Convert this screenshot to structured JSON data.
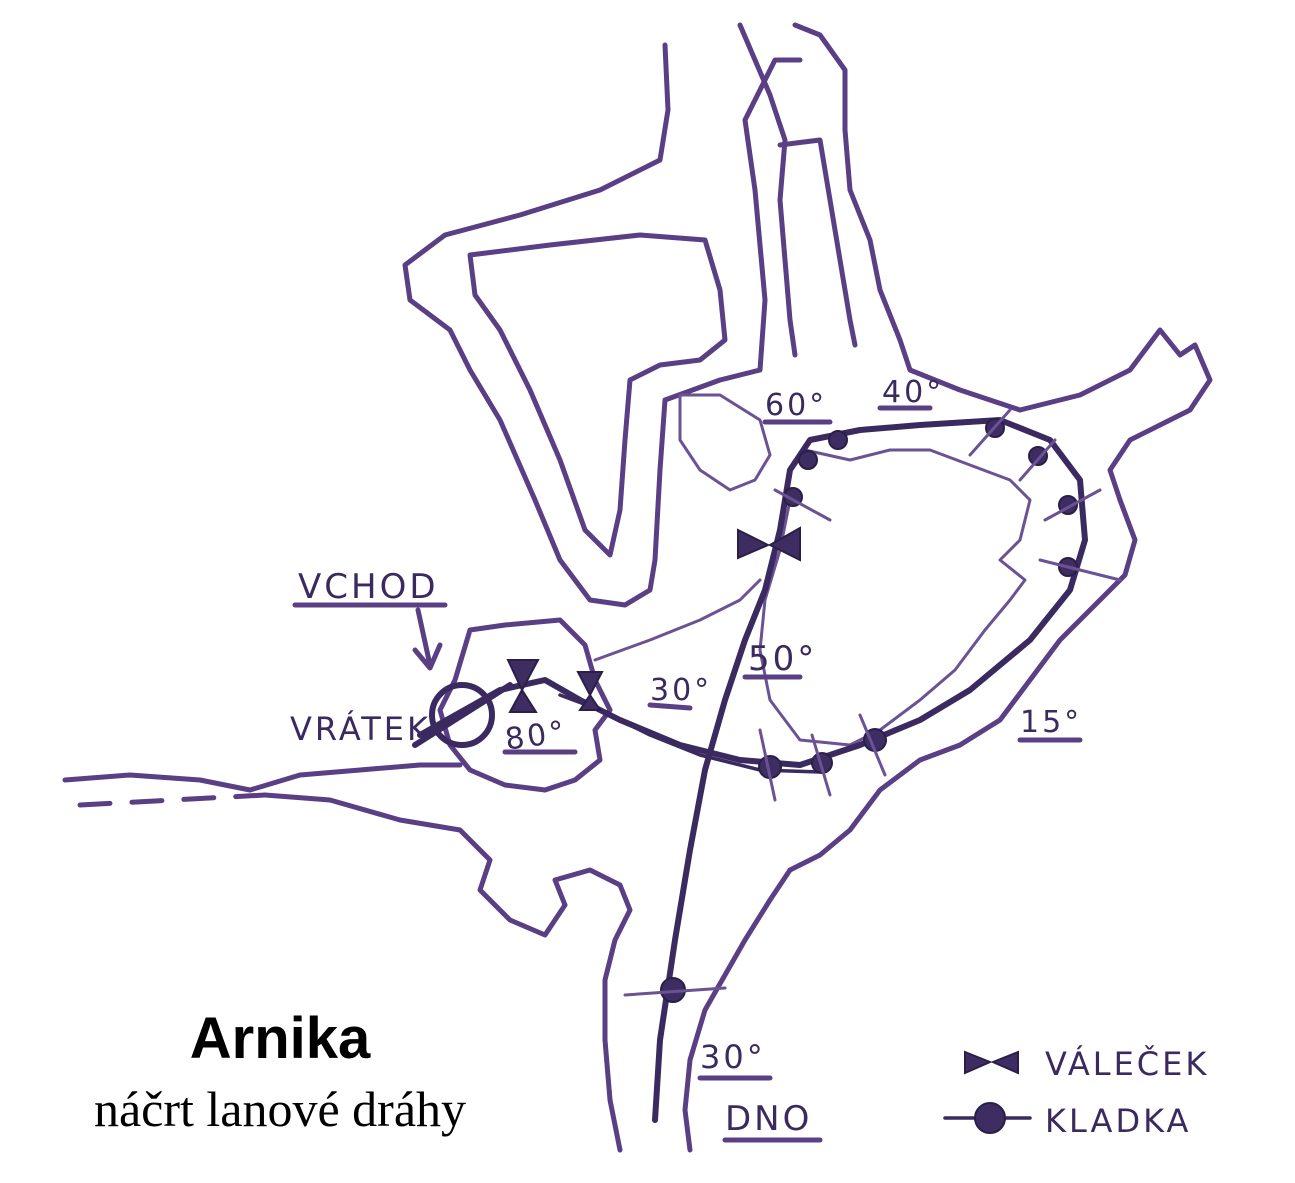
{
  "title": "Arnika",
  "subtitle": "náčrt lanové dráhy",
  "labels": {
    "entrance": "VCHOD",
    "winch": "VRÁTEK",
    "bottom": "DNO"
  },
  "angles": {
    "a60": "60°",
    "a40": "40°",
    "a80": "80°",
    "a30_upper": "30°",
    "a50": "50°",
    "a15": "15°",
    "a30_lower": "30°"
  },
  "legend": {
    "roller": "VÁLEČEK",
    "pulley": "KLADKA"
  },
  "colors": {
    "ink": "#5a3f85",
    "rope": "#3a2a60"
  }
}
